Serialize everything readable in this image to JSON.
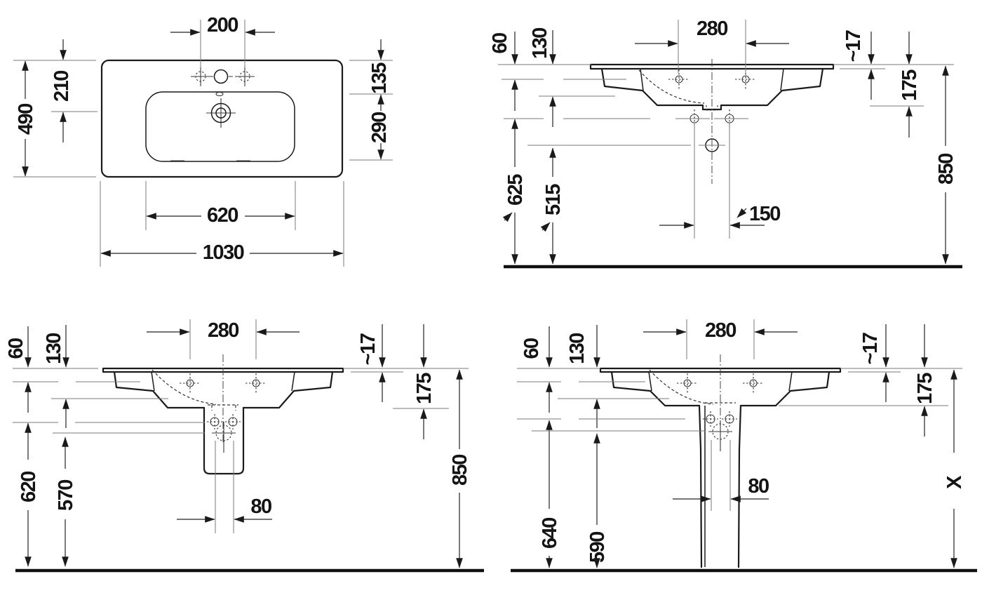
{
  "page": {
    "background": "#ffffff",
    "line_color": "#1a1a1a",
    "text_color": "#141414"
  },
  "views": {
    "plan": {
      "name": "washbasin-top-view",
      "dims": {
        "tap_spacing": "200",
        "overall_depth": "490",
        "front_to_drain": "210",
        "back_edge": "135",
        "bowl_depth": "290",
        "bowl_width": "620",
        "overall_width": "1030"
      }
    },
    "wall_mounted": {
      "name": "front-section-wall-drain",
      "dims": {
        "tap_spacing": "280",
        "rim_to_ledge": "60",
        "rim_to_recess": "130",
        "slab_thickness": "~17",
        "rim_to_underside": "175",
        "rim_height": "850",
        "fixing_height": "625",
        "drain_height": "515",
        "pipe_offset": "150"
      }
    },
    "with_siphon_cover": {
      "name": "front-section-siphon-cover",
      "dims": {
        "tap_spacing": "280",
        "rim_to_ledge": "60",
        "rim_to_recess": "130",
        "slab_thickness": "~17",
        "rim_to_underside": "175",
        "rim_height": "850",
        "fixing_height": "620",
        "drain_height": "570",
        "pipe_width": "80"
      }
    },
    "with_pedestal": {
      "name": "front-section-pedestal",
      "dims": {
        "tap_spacing": "280",
        "rim_to_ledge": "60",
        "rim_to_recess": "130",
        "slab_thickness": "~17",
        "rim_to_underside": "175",
        "rim_height": "X",
        "fixing_height": "640",
        "drain_height": "590",
        "pipe_width": "80"
      }
    }
  },
  "icons": {
    "leader_ne": "↗",
    "leader_se": "↘"
  }
}
